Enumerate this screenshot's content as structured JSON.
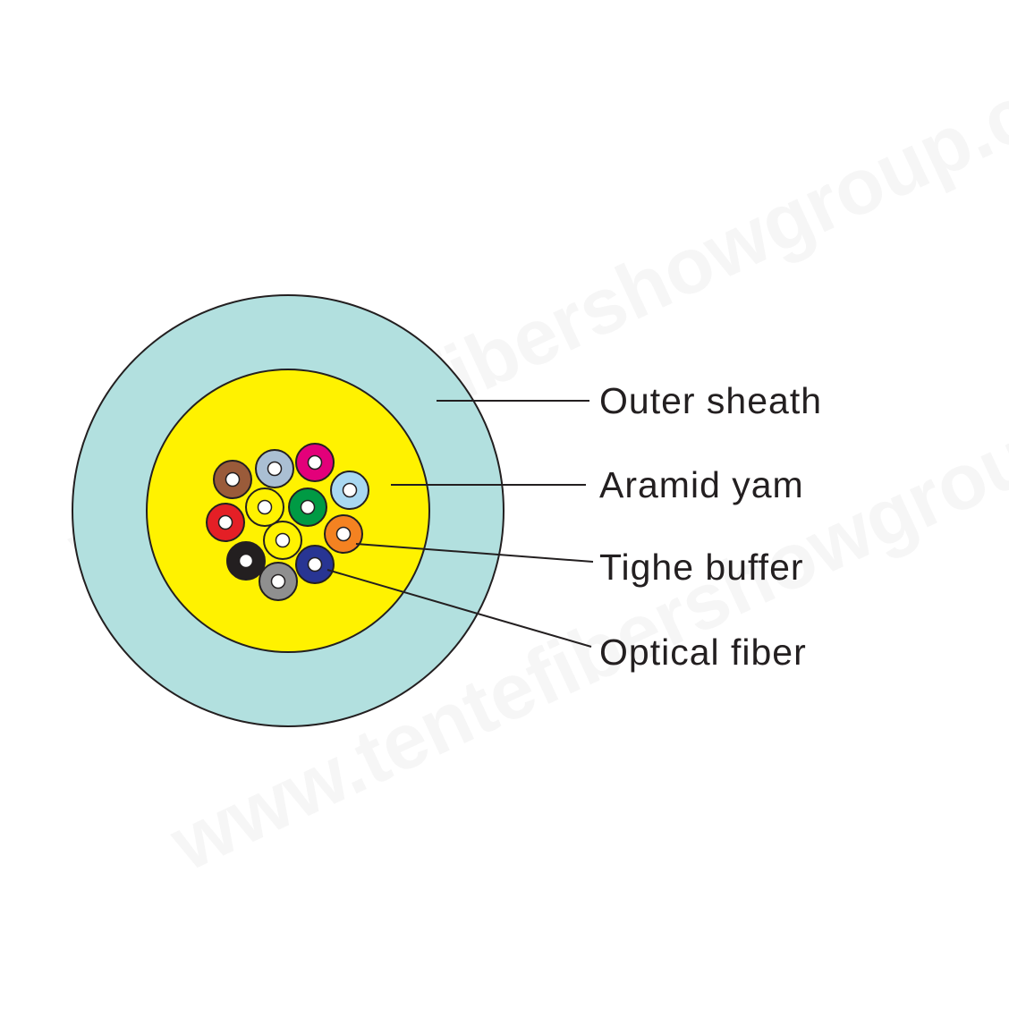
{
  "labels": {
    "outer_sheath": "Outer sheath",
    "aramid_yarn": "Aramid yam",
    "tight_buffer": "Tighe buffer",
    "optical_fiber": "Optical fiber"
  },
  "watermarks": [
    "www.tentefibershowgroup.com",
    "www.tentefibershowgroup.com"
  ],
  "colors": {
    "outer_sheath": "#b2e0df",
    "aramid_yarn": "#fff200",
    "outline": "#231f20",
    "fiber_core": "#ffffff"
  },
  "fibers": [
    {
      "name": "brown",
      "color": "#9a5b3a"
    },
    {
      "name": "slate",
      "color": "#aabfd3"
    },
    {
      "name": "rose",
      "color": "#e3007a"
    },
    {
      "name": "aqua",
      "color": "#a9d8f0"
    },
    {
      "name": "yellow",
      "color": "#fff200"
    },
    {
      "name": "green",
      "color": "#009a44"
    },
    {
      "name": "red",
      "color": "#e41f26"
    },
    {
      "name": "orange",
      "color": "#f48221"
    },
    {
      "name": "yellow",
      "color": "#fff200"
    },
    {
      "name": "black",
      "color": "#231f20"
    },
    {
      "name": "violet",
      "color": "#283593"
    },
    {
      "name": "grey",
      "color": "#8f8f8f"
    }
  ]
}
